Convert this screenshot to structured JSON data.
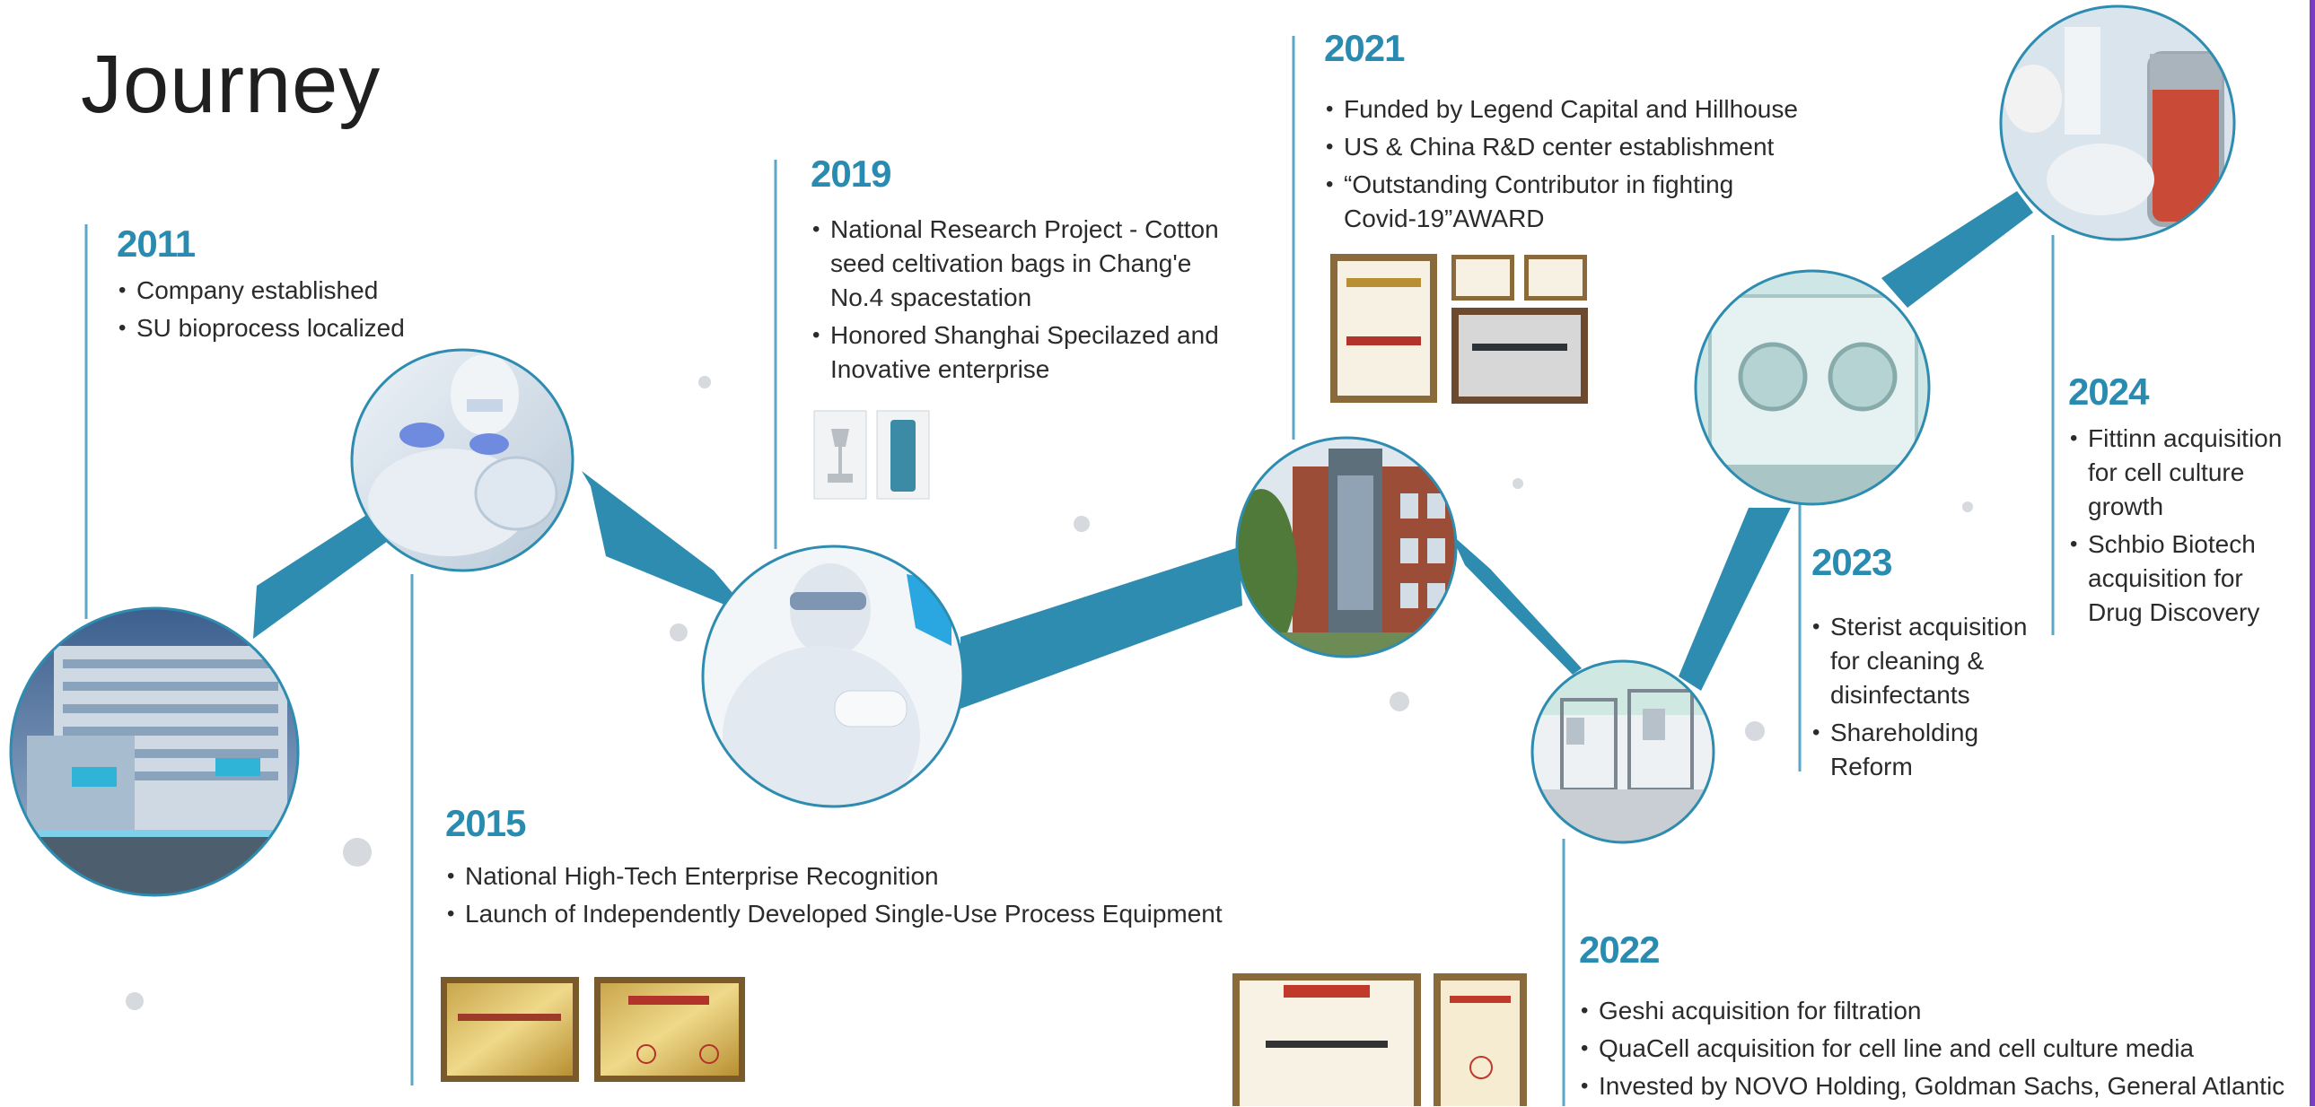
{
  "page": {
    "title": "Journey"
  },
  "colors": {
    "accent": "#2a8bb0",
    "connector": "#2d8caf",
    "guide": "#5aa7c8",
    "dot": "#d6d9dd"
  },
  "milestones": [
    {
      "year": "2011",
      "items": [
        "Company established",
        "SU bioprocess  localized"
      ]
    },
    {
      "year": "2015",
      "items": [
        "National High-Tech Enterprise Recognition",
        "Launch of Independently Developed Single-Use Process Equipment"
      ]
    },
    {
      "year": "2019",
      "items": [
        "National Research Project - Cotton\nseed celtivation bags in Chang'e\nNo.4 spacestation",
        "Honored Shanghai Specilazed and\nInovative enterprise"
      ]
    },
    {
      "year": "2021",
      "items": [
        "Funded by Legend Capital and Hillhouse",
        "US & China R&D center establishment",
        "“Outstanding Contributor in fighting\nCovid-19”AWARD"
      ]
    },
    {
      "year": "2022",
      "items": [
        "Geshi acquisition for filtration",
        "QuaCell acquisition for cell line and cell culture media",
        "Invested by NOVO Holding, Goldman Sachs, General Atlantic"
      ]
    },
    {
      "year": "2023",
      "items": [
        "Sterist acquisition\nfor cleaning &\ndisinfectants",
        "Shareholding\nReform"
      ]
    },
    {
      "year": "2024",
      "items": [
        "Fittinn acquisition\nfor cell culture\ngrowth",
        "Schbio Biotech\nacquisition for\nDrug Discovery"
      ]
    }
  ],
  "photos": [
    {
      "name": "building-photo",
      "alt": "Corporate headquarters building"
    },
    {
      "name": "cleanroom-worker-photo",
      "alt": "Cleanroom technician handling bags"
    },
    {
      "name": "lab-operator-photo",
      "alt": "Lab operator in protective suit"
    },
    {
      "name": "brick-building-photo",
      "alt": "R&D center building"
    },
    {
      "name": "equipment-photo",
      "alt": "Single-use process equipment"
    },
    {
      "name": "glovebox-photo",
      "alt": "Isolator glove box"
    },
    {
      "name": "bioreactor-photo",
      "alt": "Bioreactor with red medium"
    }
  ]
}
